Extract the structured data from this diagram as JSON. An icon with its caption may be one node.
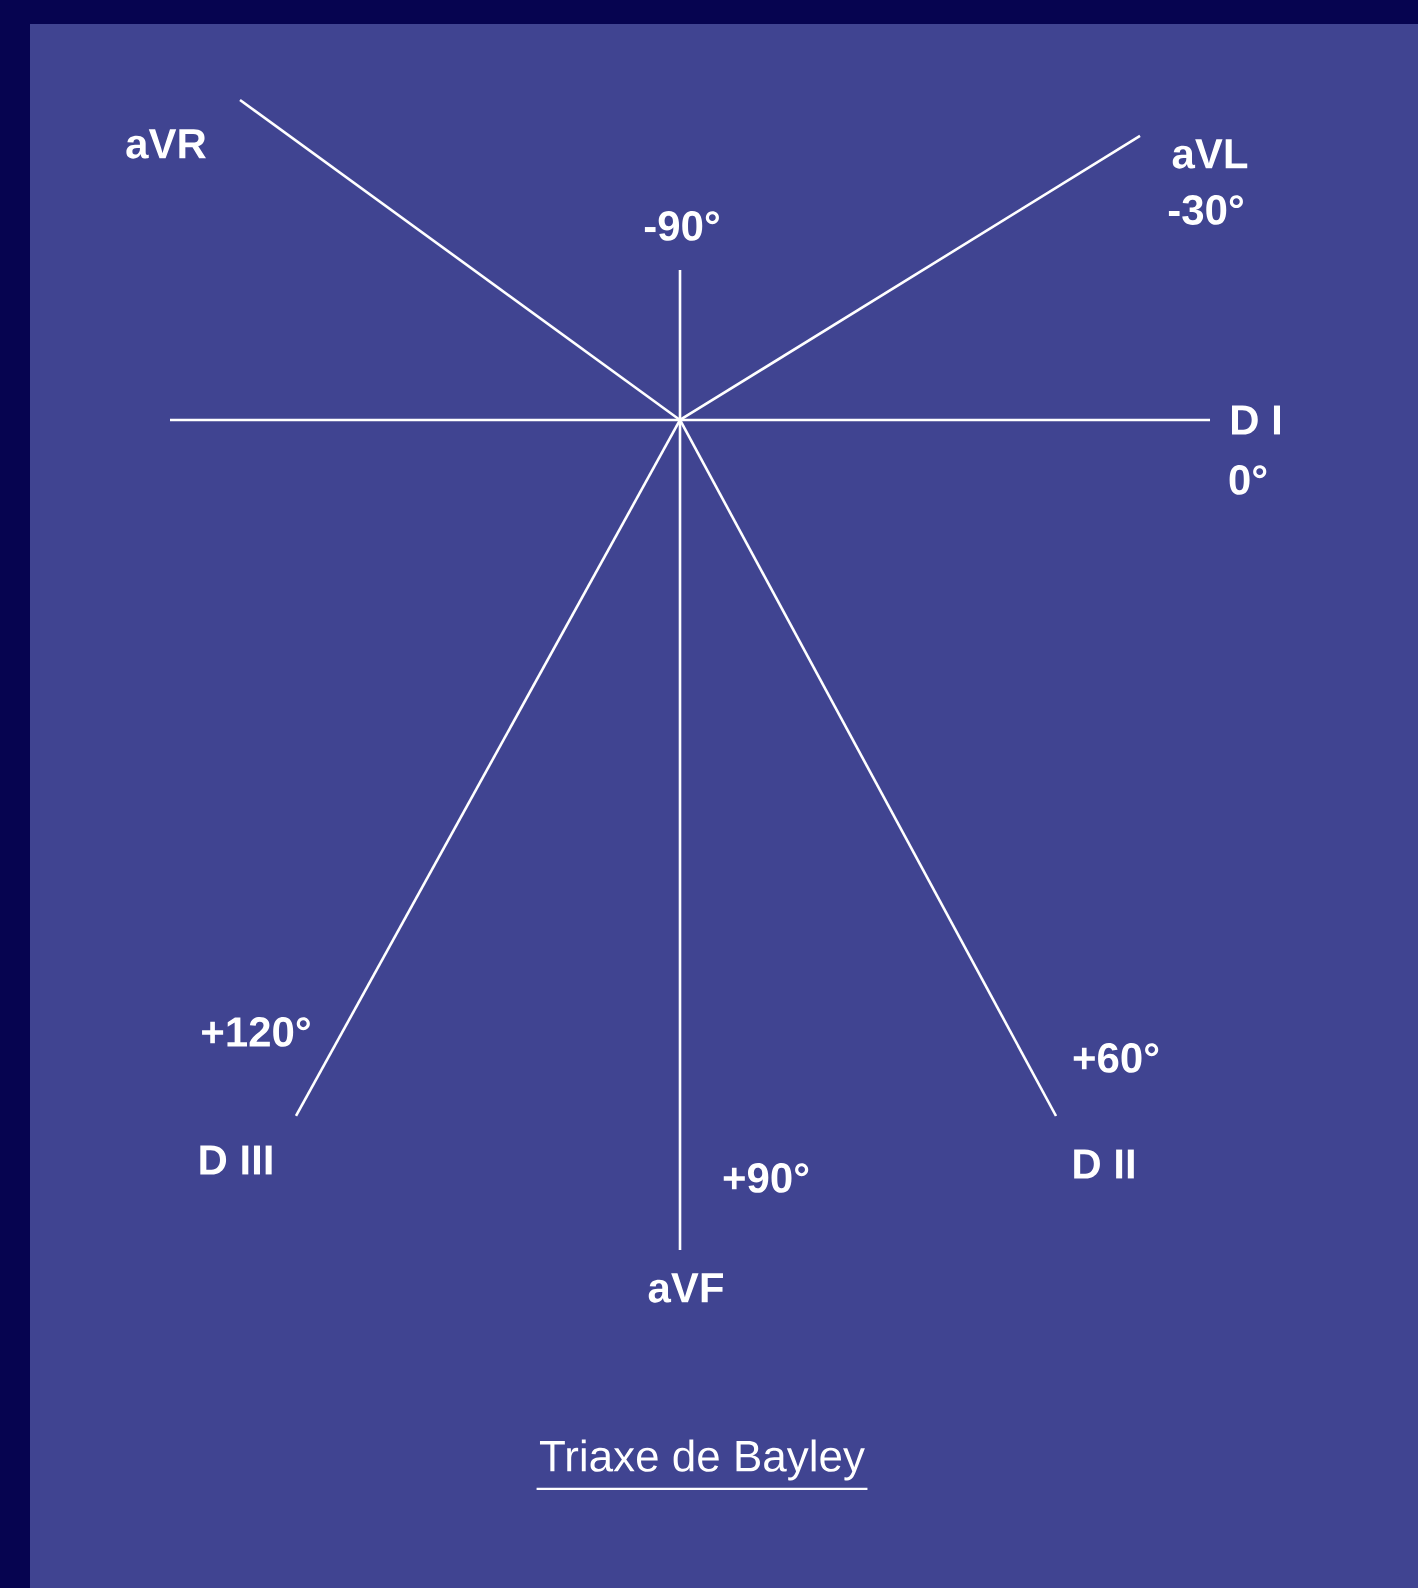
{
  "diagram": {
    "caption": "Triaxe de Bayley",
    "labels": [
      "aVR",
      "aVL",
      "-30°",
      "-90°",
      "D I",
      "0°",
      "+120°",
      "+60°",
      "D III",
      "+90°",
      "D II",
      "aVF"
    ]
  }
}
